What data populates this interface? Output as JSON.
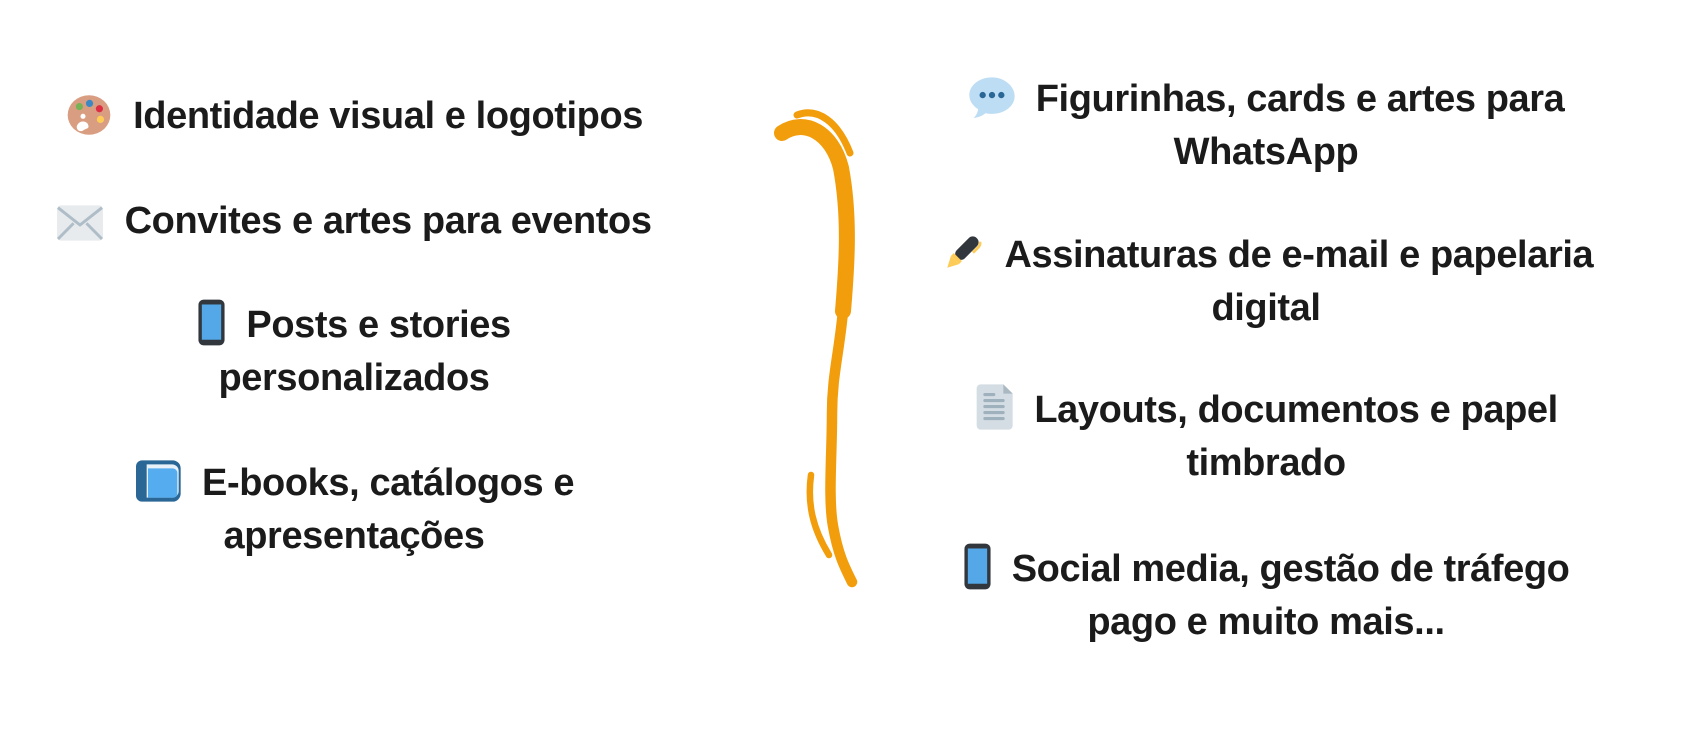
{
  "canvas": {
    "background": "#ffffff",
    "text_color": "#1b1b1b",
    "divider_color": "#F29D0B",
    "divider_style": "hand-drawn vertical brush stroke with two accent strokes"
  },
  "services_left": {
    "items": [
      {
        "icon": "palette-icon",
        "label": "Identidade visual e logotipos"
      },
      {
        "icon": "envelope-icon",
        "label": "Convites e artes para eventos"
      },
      {
        "icon": "smartphone-icon",
        "label": "Posts e stories personalizados"
      },
      {
        "icon": "blue-book-icon",
        "label": "E-books, catálogos e apresentações"
      }
    ]
  },
  "services_right": {
    "items": [
      {
        "icon": "speech-balloon-icon",
        "label": "Figurinhas, cards e artes para WhatsApp"
      },
      {
        "icon": "pen-icon",
        "label": "Assinaturas de e-mail e papelaria digital"
      },
      {
        "icon": "document-icon",
        "label": "Layouts, documentos e papel timbrado"
      },
      {
        "icon": "smartphone-icon",
        "label": "Social media, gestão de tráfego pago e muito mais..."
      }
    ]
  },
  "icon_colors": {
    "palette_base": "#D99E82",
    "phone_frame": "#31373D",
    "phone_screen": "#54A8E8",
    "book_dark": "#2A6797",
    "book_cover": "#55ACEE",
    "balloon": "#BDDDF4",
    "balloon_dots": "#2A6797",
    "pen_body": "#31373D",
    "pen_gold": "#FDCB58",
    "envelope": "#E7EBEE",
    "envelope_lines": "#AEBDC7",
    "document_page": "#D4DDE4",
    "document_lines": "#9FB1BD"
  }
}
